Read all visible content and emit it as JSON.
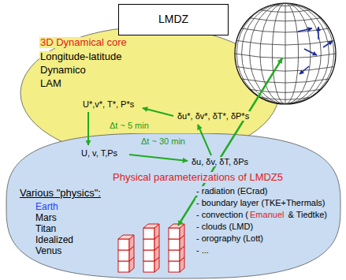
{
  "diagram": {
    "nodes": [
      {
        "text": [
          "LMDZ"
        ]
      },
      {
        "text": [
          "3D Dynamical core",
          "Longitude-latitude",
          "Dynamico",
          "LAM"
        ]
      },
      {
        "text": [
          "Physical parameterizations of LMDZ5",
          "Various \"physics\":",
          "Earth",
          "Mars",
          "Titan",
          "Idealized",
          "Venus",
          "- radiation (ECrad)",
          "- boundary layer (TKE+Thermals)",
          "- convection (",
          "Emanuel",
          "& Tiedtke)",
          "- clouds (LMD)",
          "- orography (Lott)",
          "- ..."
        ]
      }
    ],
    "labels": [
      "U*,v*, T*, P*s",
      "δu*, δv*, δT*, δP*s",
      "Δt ~ 5 min",
      "U, v, T,Ps",
      "Δt ~ 30 min",
      "δu, δv, δT, δPs"
    ]
  }
}
